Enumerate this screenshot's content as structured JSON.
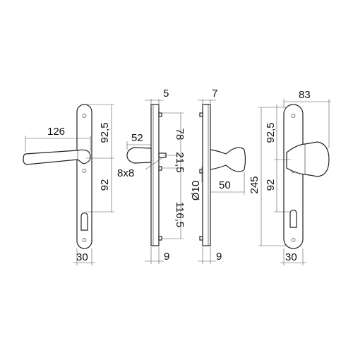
{
  "drawing": {
    "dimensions": {
      "lever_length": "126",
      "lever_upper_spacing": "92,5",
      "lever_lower_spacing": "92",
      "lever_plate_width": "30",
      "side_plate_thickness_1": "5",
      "side_handle_projection": "52",
      "spindle_size": "8x8",
      "side_upper_height": "78",
      "side_middle_height": "21,5",
      "side_lower_height": "116,5",
      "side_base_1": "9",
      "side_plate_thickness_2": "7",
      "knob_diameter": "Ø10",
      "knob_projection": "50",
      "side_base_2": "9",
      "knob_total_width": "83",
      "knob_upper_spacing": "92,5",
      "knob_total_height": "245",
      "knob_lower_spacing": "92",
      "knob_plate_width": "30"
    }
  }
}
